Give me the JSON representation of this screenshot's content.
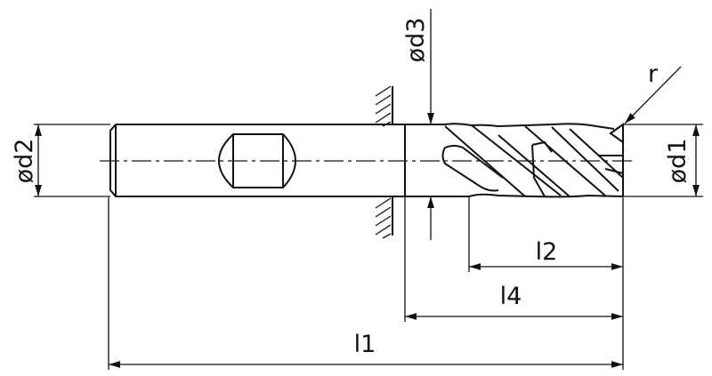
{
  "title": "End mill dimension drawing",
  "labels": {
    "d2": "ød2",
    "d3": "ød3",
    "d1": "ød1",
    "r": "r",
    "l2": "l2",
    "l4": "l4",
    "l1": "l1"
  }
}
